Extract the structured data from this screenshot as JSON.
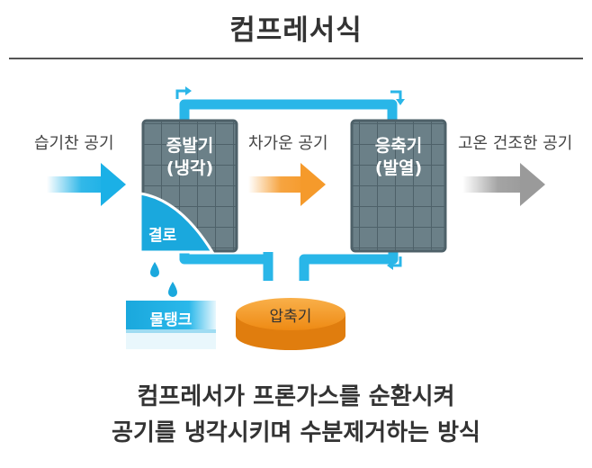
{
  "title": "컴프레서식",
  "labels": {
    "humid_air": "습기찬 공기",
    "cool_air": "차가운 공기",
    "hot_dry_air": "고온 건조한 공기"
  },
  "evaporator": {
    "line1": "증발기",
    "line2": "(냉각)"
  },
  "condenser": {
    "line1": "응축기",
    "line2": "(발열)"
  },
  "condensation": "결로",
  "water_tank": "물탱크",
  "compressor": "압축기",
  "caption": {
    "line1": "컴프레서가 프론가스를 순환시켜",
    "line2": "공기를 냉각시키며 수분제거하는 방식"
  },
  "colors": {
    "refrigerant_pipe": "#29b6e8",
    "humid_air_arrow": "#1bb0e6",
    "cool_air_arrow": "#f59a2b",
    "hot_air_arrow": "#9a9a9a",
    "coil": "#6b8088",
    "compressor": "#f7a12a"
  }
}
